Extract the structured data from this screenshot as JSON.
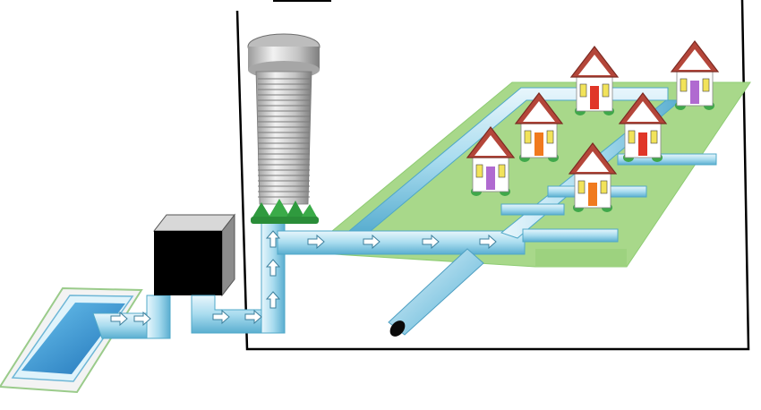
{
  "colors": {
    "background": "#ffffff",
    "outline": "#000000",
    "grass": "#a8d88a",
    "grass_edge": "#7fc06a",
    "pipe_light": "#cfeaf6",
    "pipe_mid": "#8fcfe6",
    "pipe_dark": "#4fa8c8",
    "pool_water": "#2f8fd0",
    "pool_rim": "#e8f6fb",
    "tower_light": "#e2e2e2",
    "tower_dark": "#8a8a8a",
    "treatment_box": "#000000",
    "roof": "#b4463a",
    "roof_dark": "#7c2a22",
    "house_wall": "#ffffff",
    "door_purple": "#b06ad0",
    "door_orange": "#f07a1e",
    "door_red": "#e03628",
    "window_yellow": "#f2e35a",
    "bush": "#3fa84a",
    "drain_pipe": "#7fc0dc"
  },
  "icons": {
    "pool": "swimming-pool-icon",
    "treatment": "treatment-plant-icon",
    "tower": "water-tower-icon",
    "house": "house-icon",
    "flow": "flow-arrow-icon",
    "drain": "drain-pipe-icon"
  },
  "houses": [
    {
      "door": "purple"
    },
    {
      "door": "orange"
    },
    {
      "door": "orange"
    },
    {
      "door": "red"
    },
    {
      "door": "red"
    },
    {
      "door": "purple"
    },
    {
      "door": "red"
    }
  ],
  "flow_arrows": [
    {
      "dir": "right"
    },
    {
      "dir": "right"
    },
    {
      "dir": "right"
    },
    {
      "dir": "right"
    },
    {
      "dir": "up"
    },
    {
      "dir": "up"
    },
    {
      "dir": "up"
    },
    {
      "dir": "right"
    },
    {
      "dir": "right"
    },
    {
      "dir": "right"
    },
    {
      "dir": "right"
    }
  ]
}
